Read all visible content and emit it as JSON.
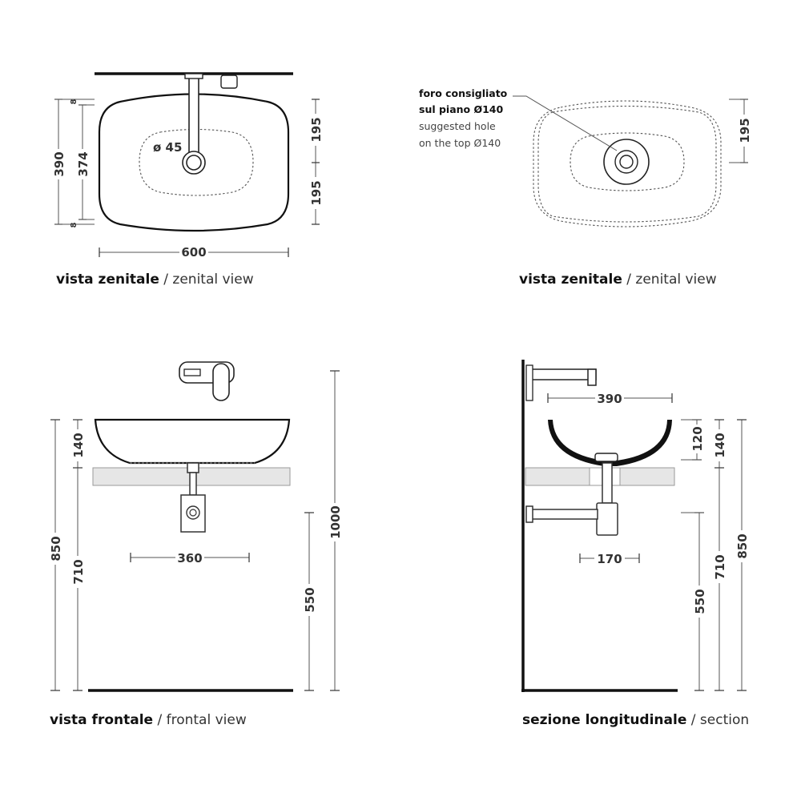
{
  "captions": {
    "top_left": {
      "bold": "vista zenitale",
      "sep": " / ",
      "regular": "zenital view"
    },
    "top_right": {
      "bold": "vista zenitale",
      "sep": " / ",
      "regular": "zenital view"
    },
    "bottom_left": {
      "bold": "vista frontale",
      "sep": " / ",
      "regular": "frontal view"
    },
    "bottom_right": {
      "bold": "sezione longitudinale",
      "sep": " / ",
      "regular": "section"
    }
  },
  "note": {
    "line1": "foro consigliato",
    "line2": "sul piano Ø140",
    "line3": "suggested hole",
    "line4": "on the top Ø140"
  },
  "dimensions": {
    "tl_390": "390",
    "tl_374": "374",
    "tl_8_top": "8",
    "tl_8_bottom": "8",
    "tl_195_top": "195",
    "tl_195_bottom": "195",
    "tl_600": "600",
    "tl_d45": "ø 45",
    "tr_195": "195",
    "bl_140": "140",
    "bl_850": "850",
    "bl_710": "710",
    "bl_360": "360",
    "bl_550": "550",
    "bl_1000": "1000",
    "br_390": "390",
    "br_120": "120",
    "br_140": "140",
    "br_170": "170",
    "br_550": "550",
    "br_710": "710",
    "br_850": "850"
  }
}
